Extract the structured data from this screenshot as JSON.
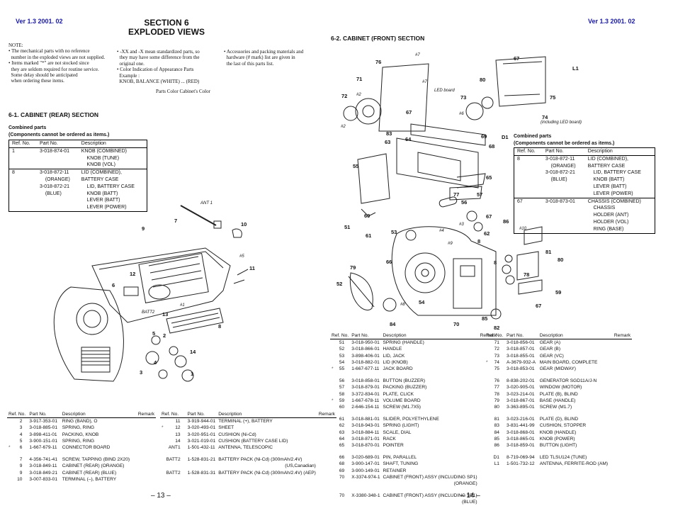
{
  "version_left": "Ver 1.3  2001. 02",
  "version_right": "Ver 1.3  2001. 02",
  "section": {
    "line1": "SECTION 6",
    "line2": "EXPLODED VIEWS"
  },
  "notes": {
    "title": "NOTE:",
    "col1": [
      "• The mechanical parts with no reference",
      "  number in the exploded views are not supplied.",
      "• Items marked \"*\" are not stocked since",
      "  they are seldom required for routine service.",
      "  Some delay should be anticipated",
      "  when ordering these items."
    ],
    "col2": [
      "• -XX and -X mean standardized parts, so",
      "  they may have some difference from the",
      "  original one.",
      "• Color Indication of Appearance Parts",
      "  Example :",
      "  KNOB, BALANCE (WHITE) ... (RED)"
    ],
    "col2_caption": "Parts Color  Cabinet's Color",
    "col3": [
      "• Accessories and packing materials and",
      "  hardware (# mark) list are given in",
      "  the last of this parts list."
    ]
  },
  "rear": {
    "title": "6-1. CABINET (REAR) SECTION",
    "combined_title": "Combined parts",
    "combined_note": "(Components cannot be ordered as items.)",
    "header": [
      "Ref. No.",
      "Part No.",
      "Description"
    ],
    "groups": [
      {
        "rows": [
          [
            "1",
            "3-018-874-01",
            "KNOB (COMBINED)"
          ],
          [
            "",
            "",
            "    KNOB (TUNE)"
          ],
          [
            "",
            "",
            "    KNOB (VOL)"
          ]
        ]
      },
      {
        "rows": [
          [
            "8",
            "3-018-872-11",
            "LID (COMBINED),"
          ],
          [
            "",
            "    (ORANGE)",
            "BATTERY CASE"
          ],
          [
            "",
            "3-018-872-21",
            "    LID, BATTERY CASE"
          ],
          [
            "",
            "    (BLUE)",
            "    KNOB (BATT)"
          ],
          [
            "",
            "",
            "    LEVER (BATT)"
          ],
          [
            "",
            "",
            "    LEVER (POWER)"
          ]
        ]
      }
    ],
    "callouts": [
      "7",
      "ANT 1",
      "10",
      "9",
      "#5",
      "11",
      "12",
      "6",
      "#1",
      "BATT2",
      "13",
      "8",
      "5",
      "2",
      "14",
      "4",
      "3",
      "1"
    ]
  },
  "front": {
    "title": "6-2. CABINET (FRONT) SECTION",
    "combined_title": "Combined parts",
    "combined_note": "(Components cannot be ordered as items.)",
    "header": [
      "Ref. No.",
      "Part No.",
      "Description"
    ],
    "groups": [
      {
        "rows": [
          [
            "8",
            "3-018-872-11",
            "LID (COMBINED),"
          ],
          [
            "",
            "    (ORANGE)",
            "BATTERY CASE"
          ],
          [
            "",
            "3-018-872-21",
            "    LID, BATTERY CASE"
          ],
          [
            "",
            "    (BLUE)",
            "    KNOB (BATT)"
          ],
          [
            "",
            "",
            "    LEVER (BATT)"
          ],
          [
            "",
            "",
            "    LEVER (POWER)"
          ]
        ]
      },
      {
        "rows": [
          [
            "67",
            "3-018-873-01",
            "CHASSIS (COMBINED)"
          ],
          [
            "",
            "",
            "    CHASSIS"
          ],
          [
            "",
            "",
            "    HOLDER (ANT)"
          ],
          [
            "",
            "",
            "    HOLDER (VOL)"
          ],
          [
            "",
            "",
            "    RING (BASE)"
          ]
        ]
      }
    ],
    "callouts": [
      "#7",
      "76",
      "67",
      "L1",
      "71",
      "80",
      "#7",
      "72",
      "#2",
      "LED board",
      "73",
      "75",
      "67",
      "#6",
      "74",
      "(including LED board)",
      "#2",
      "83",
      "69",
      "D1",
      "63",
      "64",
      "68",
      "55",
      "65",
      "77",
      "57",
      "60",
      "56",
      "67",
      "51",
      "#3",
      "62",
      "86",
      "61",
      "#10",
      "53",
      "#4",
      "8",
      "81",
      "#9",
      "66",
      "80",
      "79",
      "8",
      "78",
      "52",
      "59",
      "#8",
      "54",
      "67",
      "84",
      "70",
      "85",
      "82"
    ]
  },
  "list_left": {
    "header": [
      "Ref. No.",
      "Part No.",
      "Description",
      "Remark"
    ],
    "groups": [
      [
        [
          "",
          "2",
          "3-917-353-01",
          "RING (BAND), O",
          ""
        ],
        [
          "",
          "3",
          "3-018-885-01",
          "SPRING, RING",
          ""
        ],
        [
          "",
          "4",
          "3-898-411-01",
          "PACKING, KNOB",
          ""
        ],
        [
          "",
          "5",
          "3-900-151-01",
          "SPRING, RING",
          ""
        ],
        [
          "*",
          "6",
          "1-667-679-11",
          "CONNECTOR BOARD",
          ""
        ]
      ],
      [
        [
          "",
          "7",
          "4-356-741-41",
          "SCREW, TAPPING (BIND 2X20)",
          ""
        ],
        [
          "",
          "9",
          "3-018-849-11",
          "CABINET (REAR) (ORANGE)",
          ""
        ],
        [
          "",
          "9",
          "3-018-849-21",
          "CABINET (REAR) (BLUE)",
          ""
        ],
        [
          "",
          "10",
          "3-007-833-01",
          "TERMINAL (–), BATTERY",
          ""
        ]
      ]
    ]
  },
  "list_mid": {
    "header": [
      "Ref. No.",
      "Part No.",
      "Description",
      "Remark"
    ],
    "groups": [
      [
        [
          "",
          "11",
          "3-919-944-01",
          "TERMINAL (+), BATTERY"
        ],
        [
          "*",
          "12",
          "3-020-493-01",
          "SHEET"
        ],
        [
          "",
          "13",
          "3-020-951-01",
          "CUSHION (Ni-Cd)"
        ],
        [
          "",
          "14",
          "3-021-019-01",
          "CUSHION (BATTERY CASE LID)"
        ],
        [
          "",
          "ANT1",
          "1-501-432-11",
          "ANTENNA, TELESCOPIC"
        ]
      ],
      [
        [
          "",
          "BATT2",
          "1-528-831-21",
          "BATTERY PACK (Ni-Cd) (300mAh/2.4V)"
        ],
        [
          "",
          "",
          "",
          "(US,Canadian)"
        ],
        [
          "",
          "BATT2",
          "1-528-831-31",
          "BATTERY PACK (Ni-Cd) (300mAh/2.4V) (AEP)"
        ]
      ]
    ]
  },
  "list_r1": {
    "header": [
      "Ref. No.",
      "Part No.",
      "Description",
      "Remark"
    ],
    "groups": [
      [
        [
          "",
          "51",
          "3-018-950-01",
          "SPRING (HANDLE)"
        ],
        [
          "",
          "52",
          "3-018-866-01",
          "HANDLE"
        ],
        [
          "",
          "53",
          "3-898-406-01",
          "LID, JACK"
        ],
        [
          "",
          "54",
          "3-018-882-01",
          "LID (KNOB)"
        ],
        [
          "*",
          "55",
          "1-667-677-11",
          "JACK BOARD"
        ]
      ],
      [
        [
          "",
          "56",
          "3-018-858-01",
          "BUTTON (BUZZER)"
        ],
        [
          "",
          "57",
          "3-018-879-01",
          "PACKING (BUZZER)"
        ],
        [
          "",
          "58",
          "3-372-834-01",
          "PLATE, CLICK"
        ],
        [
          "*",
          "59",
          "1-667-678-11",
          "VOLUME BOARD"
        ],
        [
          "",
          "60",
          "2-646-154-11",
          "SCREW (M1.7X5)"
        ]
      ],
      [
        [
          "",
          "61",
          "3-018-881-01",
          "SLIDER, POLYETHYLENE"
        ],
        [
          "",
          "62",
          "3-018-943-01",
          "SPRING (LIGHT)"
        ],
        [
          "",
          "63",
          "3-018-884-11",
          "SCALE, DIAL"
        ],
        [
          "",
          "64",
          "3-018-871-01",
          "RACK"
        ],
        [
          "",
          "65",
          "3-018-870-01",
          "POINTER"
        ]
      ],
      [
        [
          "",
          "66",
          "3-020-689-01",
          "PIN, PARALLEL"
        ],
        [
          "",
          "68",
          "3-900-147-01",
          "SHAFT, TUNING"
        ],
        [
          "",
          "69",
          "3-900-149-01",
          "RETAINER"
        ],
        [
          "",
          "70",
          "X-3374-974-1",
          "CABINET (FRONT) ASSY (INCLUDING SP1)"
        ],
        [
          "",
          "",
          "",
          "(ORANGE)"
        ]
      ],
      [
        [
          "",
          "70",
          "X-3380-348-1",
          "CABINET (FRONT) ASSY (INCLUDING SP1)"
        ],
        [
          "",
          "",
          "",
          "(BLUE)"
        ]
      ]
    ]
  },
  "list_r2": {
    "header": [
      "Ref. No.",
      "Part No.",
      "Description",
      "Remark"
    ],
    "groups": [
      [
        [
          "",
          "71",
          "3-018-856-01",
          "GEAR (A)"
        ],
        [
          "",
          "72",
          "3-018-857-01",
          "GEAR (B)"
        ],
        [
          "",
          "73",
          "3-018-855-01",
          "GEAR (VC)"
        ],
        [
          "*",
          "74",
          "A-3679-932-A",
          "MAIN BOARD, COMPLETE"
        ],
        [
          "",
          "75",
          "3-018-853-01",
          "GEAR (MIDWAY)"
        ]
      ],
      [
        [
          "",
          "76",
          "8-838-202-01",
          "GENERATOR  SGD11A/J-N"
        ],
        [
          "",
          "77",
          "3-020-905-01",
          "WINDOW (MOTOR)"
        ],
        [
          "",
          "78",
          "3-023-214-01",
          "PLATE (B), BLIND"
        ],
        [
          "",
          "79",
          "3-018-867-01",
          "BASE (HANDLE)"
        ],
        [
          "",
          "80",
          "3-363-895-01",
          "SCREW (M1.7)"
        ]
      ],
      [
        [
          "",
          "81",
          "3-023-216-01",
          "PLATE (D), BLIND"
        ],
        [
          "",
          "83",
          "3-831-441-99",
          "CUSHION, STOPPER"
        ],
        [
          "",
          "84",
          "3-018-868-01",
          "KNOB (HANDLE)"
        ],
        [
          "",
          "85",
          "3-018-865-01",
          "KNOB (POWER)"
        ],
        [
          "",
          "86",
          "3-018-859-01",
          "BUTTON (LIGHT)"
        ]
      ],
      [
        [
          "",
          "D1",
          "8-719-069-94",
          "LED  TLSU124 (TUNE)"
        ],
        [
          "",
          "L1",
          "1-501-732-12",
          "ANTENNA, FERRITE-ROD (AM)"
        ]
      ]
    ]
  },
  "page_left": "– 13 –",
  "page_right": "– 14 –"
}
